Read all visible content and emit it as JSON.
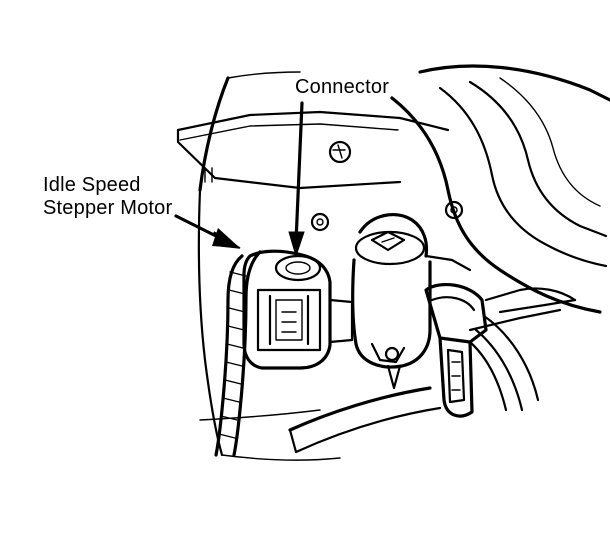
{
  "labels": {
    "connector": "Connector",
    "idle_speed_line1": "Idle Speed",
    "idle_speed_line2": "Stepper Motor"
  },
  "colors": {
    "ink": "#000000",
    "paper": "#ffffff"
  }
}
